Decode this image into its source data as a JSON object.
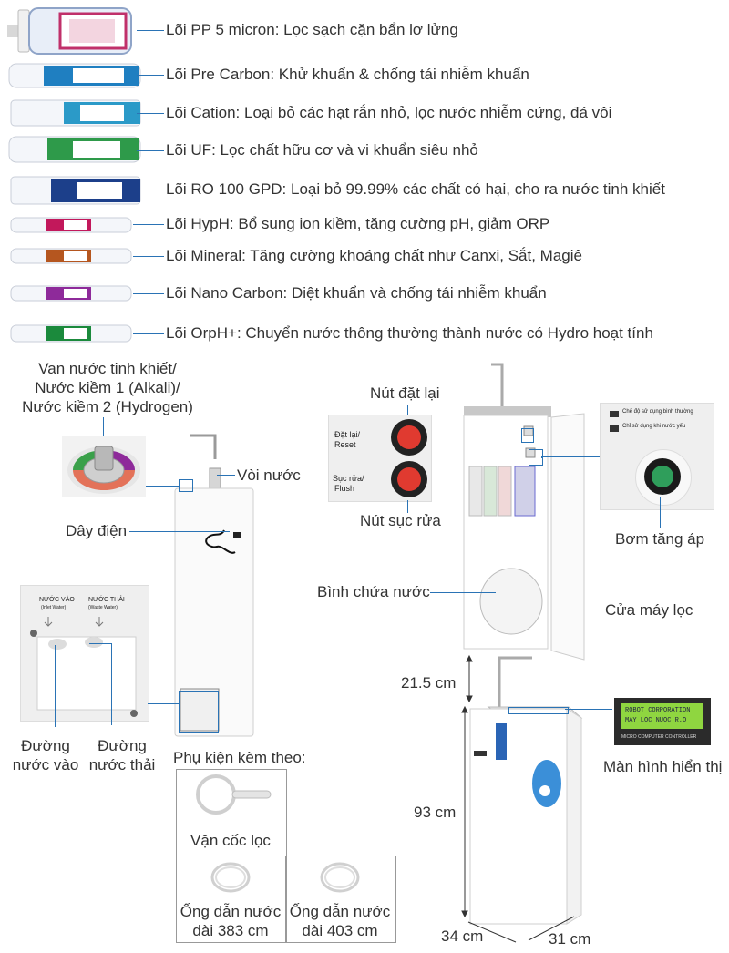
{
  "filters": [
    {
      "color": "#c0306a",
      "label": "Lõi PP 5 micron: Lọc sạch cặn bẩn lơ lửng"
    },
    {
      "color": "#1f7fc1",
      "label": "Lõi Pre Carbon: Khử khuẩn & chống tái nhiễm khuẩn"
    },
    {
      "color": "#2b9ac8",
      "label": "Lõi Cation: Loại bỏ các hạt rắn nhỏ, lọc nước nhiễm cứng, đá vôi"
    },
    {
      "color": "#2e9a4a",
      "label": "Lõi UF: Lọc chất hữu cơ và vi khuẩn siêu nhỏ"
    },
    {
      "color": "#1c3f8a",
      "label": "Lõi RO 100 GPD: Loại bỏ 99.99% các chất có hại, cho ra nước tinh khiết"
    },
    {
      "color": "#c2185b",
      "label": "Lõi HypH: Bổ sung ion kiềm, tăng cường pH, giảm ORP"
    },
    {
      "color": "#b5561f",
      "label": "Lõi Mineral: Tăng cường khoáng chất như Canxi, Sắt, Magiê"
    },
    {
      "color": "#8e2a9a",
      "label": "Lõi Nano Carbon: Diệt khuẩn và chống tái nhiễm khuẩn"
    },
    {
      "color": "#1b8a3c",
      "label": "Lõi OrpH+: Chuyển nước thông thường thành nước có Hydro hoạt tính"
    }
  ],
  "left": {
    "valve_label": [
      "Van nước tinh khiết/",
      "Nước kiềm 1 (Alkali)/",
      "Nước kiềm 2 (Hydrogen)"
    ],
    "faucet_label": "Vòi nước",
    "cord_label": "Dây điện",
    "panel_in": "NƯỚC VÀO",
    "panel_in_sub": "(Inlet Water)",
    "panel_out": "NƯỚC THẢI",
    "panel_out_sub": "(Waste Water)",
    "inlet_label": [
      "Đường",
      "nước vào"
    ],
    "waste_label": [
      "Đường",
      "nước thải"
    ]
  },
  "center": {
    "reset_label": "Nút đặt lại",
    "flush_label": "Nút sục rửa",
    "btn_reset_text": [
      "Đặt lại/",
      "Reset"
    ],
    "btn_flush_text": [
      "Sục rửa/",
      "Flush"
    ],
    "tank_label": "Bình chứa nước",
    "door_label": "Cửa máy lọc"
  },
  "right": {
    "booster_label": "Bơm tăng áp",
    "booster_mode1": "Chế độ sử dụng bình thường",
    "booster_mode2": "Chỉ sử dụng khi nước yếu",
    "display_label": "Màn hình hiển thị",
    "lcd_line1": "ROBOT CORPORATION",
    "lcd_line2": "MAY LOC NUOC R.O",
    "lcd_caption": "MICRO COMPUTER CONTROLLER"
  },
  "dims": {
    "faucet_height": "21.5 cm",
    "height": "93 cm",
    "depth": "34 cm",
    "width": "31 cm"
  },
  "accessories": {
    "title": "Phụ kiện kèm theo:",
    "wrench": "Vặn cốc lọc",
    "tube1": [
      "Ống dẫn nước",
      "dài 383 cm"
    ],
    "tube2": [
      "Ống dẫn nước",
      "dài 403 cm"
    ]
  }
}
